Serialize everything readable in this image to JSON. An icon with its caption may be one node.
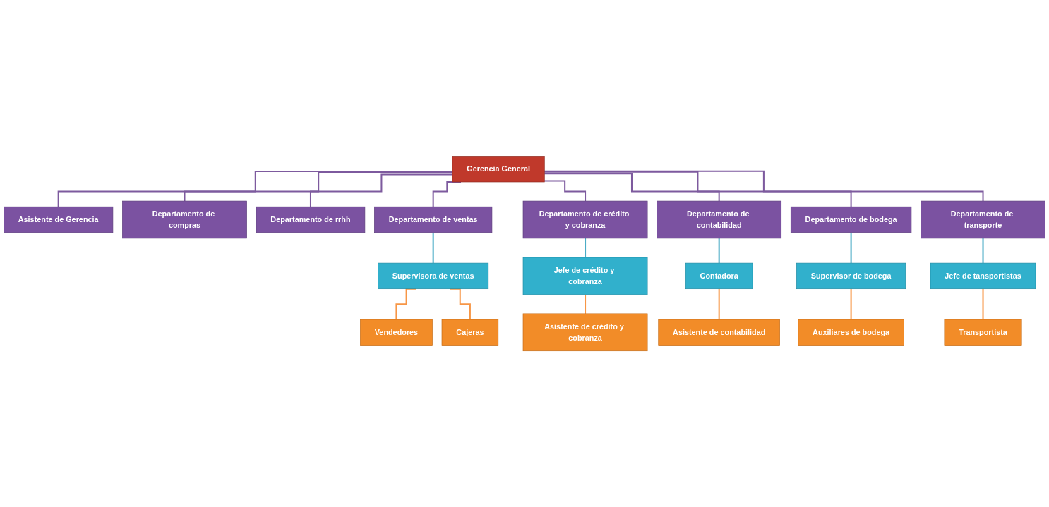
{
  "diagram": {
    "nodes": [
      {
        "text": [
          "Gerencia General"
        ]
      },
      {
        "text": [
          "Asistente de Gerencia"
        ]
      },
      {
        "text": [
          "Departamento de compras"
        ]
      },
      {
        "text": [
          "Departamento de rrhh"
        ]
      },
      {
        "text": [
          "Departamento de ventas"
        ]
      },
      {
        "text": [
          "Departamento de crédito y cobranza"
        ]
      },
      {
        "text": [
          "Departamento de contabilidad"
        ]
      },
      {
        "text": [
          "Departamento de bodega"
        ]
      },
      {
        "text": [
          "Departamento de transporte"
        ]
      },
      {
        "text": [
          "Supervisora de ventas"
        ]
      },
      {
        "text": [
          "Jefe de crédito y cobranza"
        ]
      },
      {
        "text": [
          "Contadora"
        ]
      },
      {
        "text": [
          "Supervisor de bodega"
        ]
      },
      {
        "text": [
          "Jefe de tansportistas"
        ]
      },
      {
        "text": [
          "Vendedores"
        ]
      },
      {
        "text": [
          "Cajeras"
        ]
      },
      {
        "text": [
          "Asistente de crédito y cobranza"
        ]
      },
      {
        "text": [
          "Asistente de contabilidad"
        ]
      },
      {
        "text": [
          "Auxiliares de bodega"
        ]
      },
      {
        "text": [
          "Transportista"
        ]
      }
    ],
    "edges": [
      {
        "from": 0,
        "to": 1,
        "arrow": "none"
      },
      {
        "from": 0,
        "to": 2,
        "arrow": "none"
      },
      {
        "from": 0,
        "to": 3,
        "arrow": "none"
      },
      {
        "from": 0,
        "to": 4,
        "arrow": "none"
      },
      {
        "from": 0,
        "to": 5,
        "arrow": "none"
      },
      {
        "from": 0,
        "to": 6,
        "arrow": "none"
      },
      {
        "from": 0,
        "to": 7,
        "arrow": "none"
      },
      {
        "from": 0,
        "to": 8,
        "arrow": "none"
      },
      {
        "from": 4,
        "to": 9,
        "arrow": "none",
        "color": "#4bacc6"
      },
      {
        "from": 5,
        "to": 10,
        "arrow": "none",
        "color": "#4bacc6"
      },
      {
        "from": 6,
        "to": 11,
        "arrow": "none",
        "color": "#4bacc6"
      },
      {
        "from": 7,
        "to": 12,
        "arrow": "none",
        "color": "#4bacc6"
      },
      {
        "from": 8,
        "to": 13,
        "arrow": "none",
        "color": "#4bacc6"
      },
      {
        "from": 9,
        "to": 14,
        "arrow": "none",
        "color": "#f79646"
      },
      {
        "from": 9,
        "to": 15,
        "arrow": "none",
        "color": "#f79646"
      },
      {
        "from": 10,
        "to": 16,
        "arrow": "none",
        "color": "#f79646"
      },
      {
        "from": 11,
        "to": 17,
        "arrow": "none",
        "color": "#f79646"
      },
      {
        "from": 12,
        "to": 18,
        "arrow": "none",
        "color": "#f79646"
      },
      {
        "from": 13,
        "to": 19,
        "arrow": "none",
        "color": "#f79646"
      }
    ]
  }
}
